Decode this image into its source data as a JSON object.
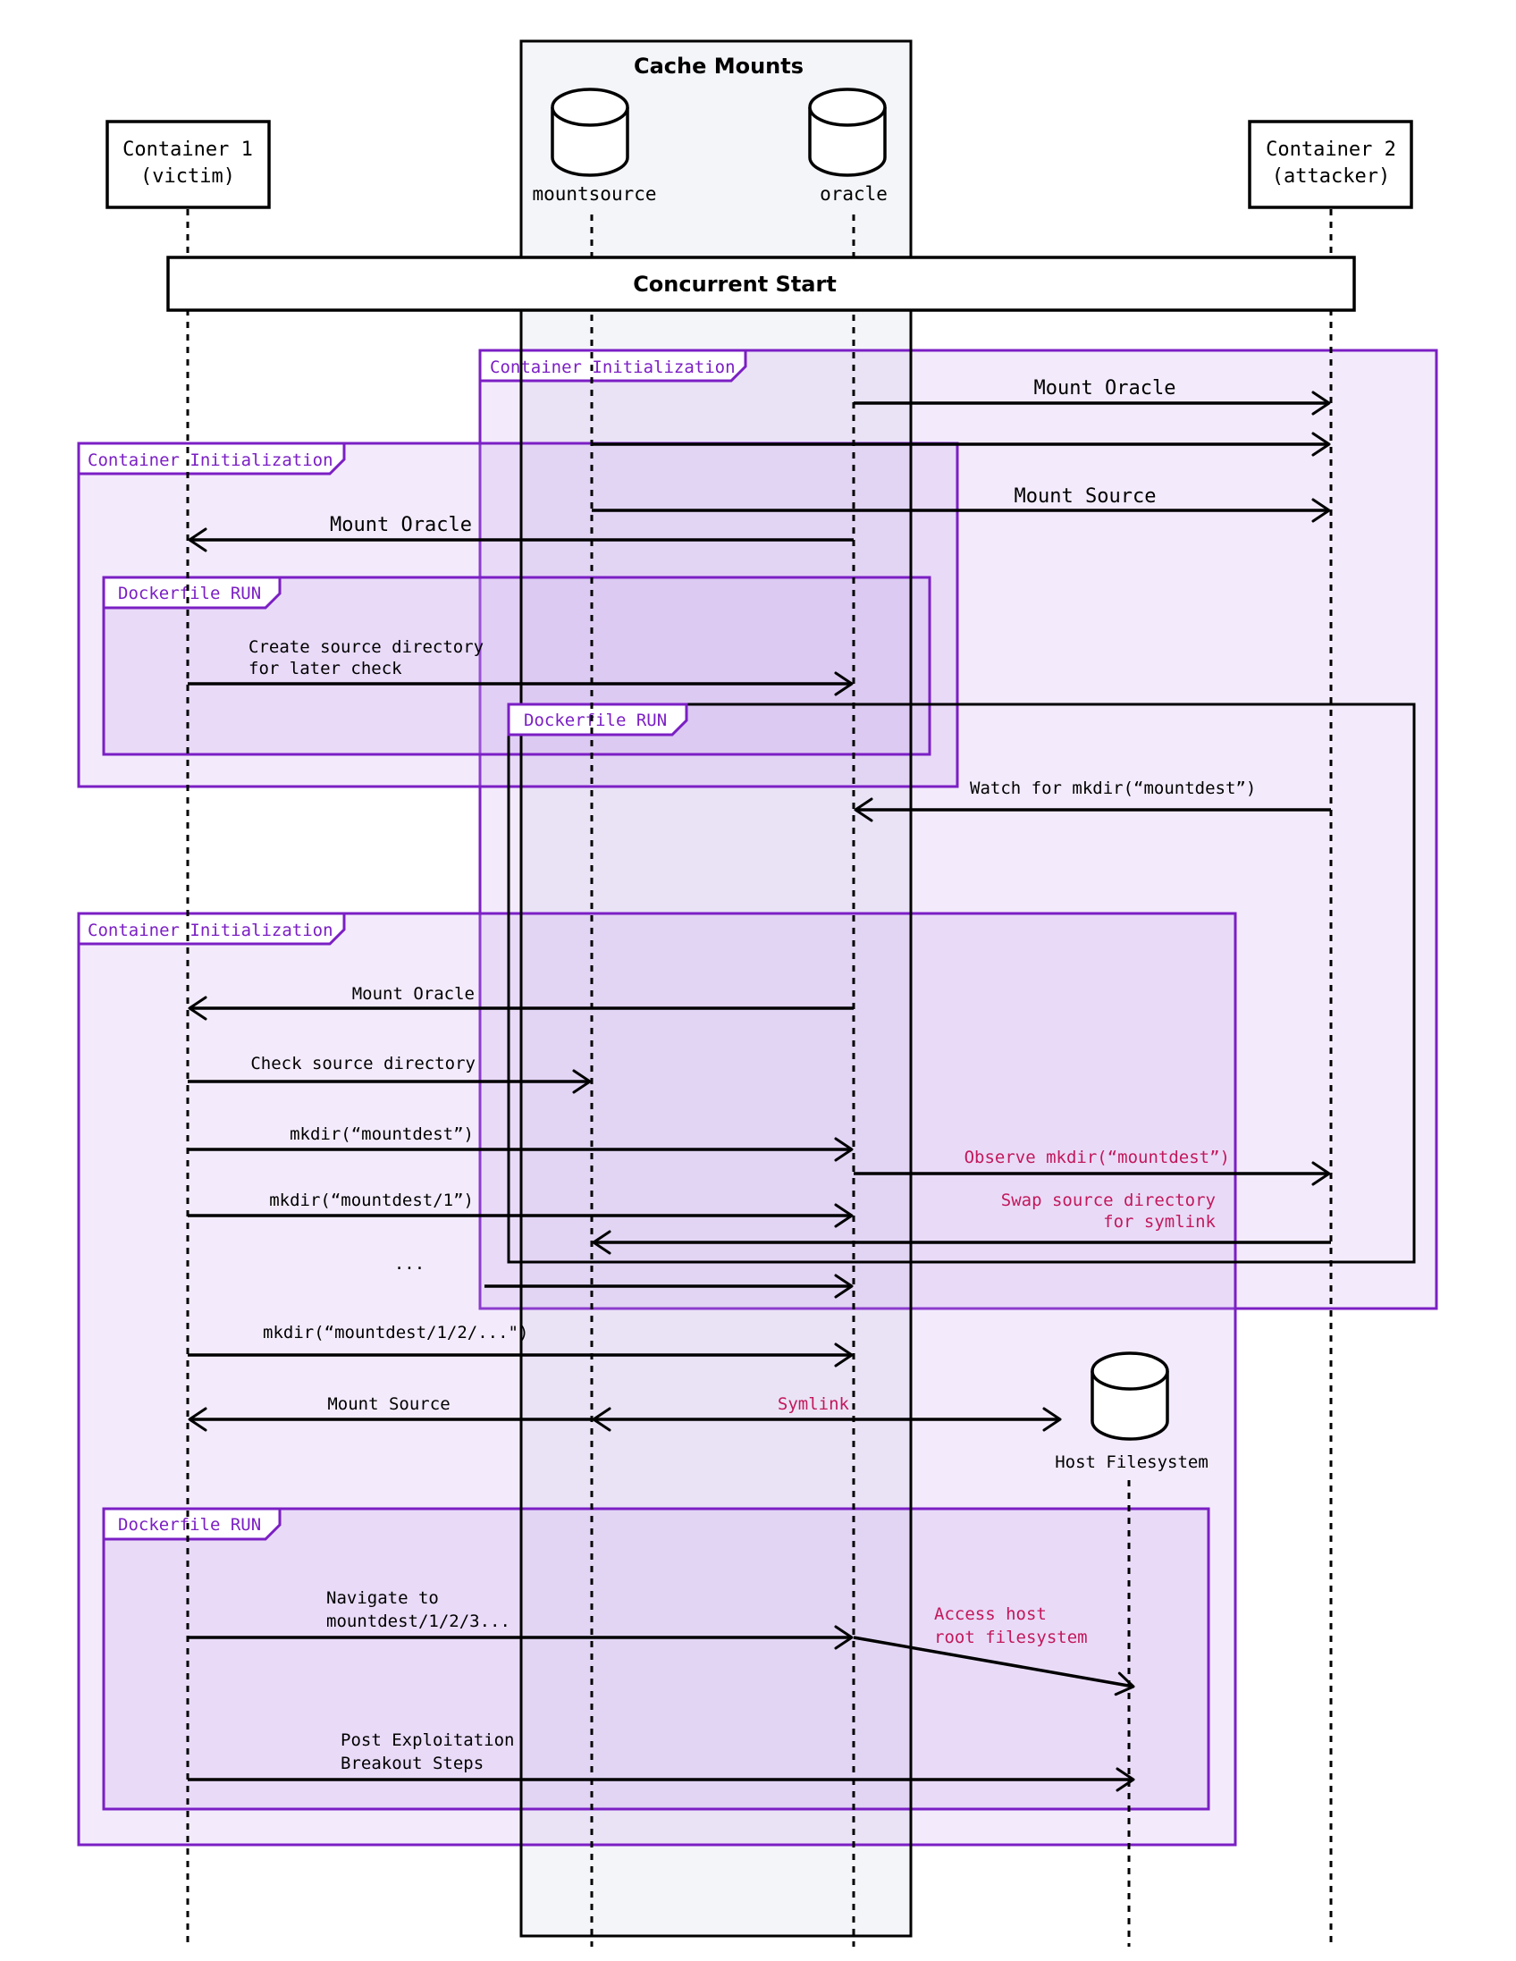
{
  "colors": {
    "line": "#000000",
    "frame": "#7b1fc4",
    "frame_fill": "#c9a6ef",
    "cache_fill": "#f4f5f9",
    "highlight_text": "#c2185b"
  },
  "cache_group": {
    "title": "Cache Mounts"
  },
  "participants": {
    "container1": {
      "line1": "Container 1",
      "line2": "(victim)"
    },
    "container2": {
      "line1": "Container 2",
      "line2": "(attacker)"
    },
    "mountsource": {
      "label": "mountsource",
      "icon": "database-icon"
    },
    "oracle": {
      "label": "oracle",
      "icon": "database-icon"
    },
    "host": {
      "label": "Host Filesystem",
      "icon": "database-icon"
    }
  },
  "banner": {
    "label": "Concurrent Start"
  },
  "frames": {
    "attacker_init": "Container Initialization",
    "victim_init_1": "Container Initialization",
    "victim_run_1": "Dockerfile RUN",
    "attacker_run": "Dockerfile RUN",
    "victim_init_2": "Container Initialization",
    "victim_run_2": "Dockerfile RUN"
  },
  "messages": {
    "mount_oracle_attacker": "Mount Oracle",
    "mount_source_attacker": "Mount Source",
    "mount_oracle_victim_1": "Mount Oracle",
    "create_source_1": "Create source directory",
    "create_source_2": "for later check",
    "watch_mkdir": "Watch for mkdir(“mountdest”)",
    "mount_oracle_victim_2": "Mount Oracle",
    "check_source": "Check source directory",
    "mkdir_mountdest": "mkdir(“mountdest”)",
    "observe_mkdir": "Observe mkdir(“mountdest”)",
    "mkdir_mountdest_1": "mkdir(“mountdest/1”)",
    "swap_1": "Swap source directory",
    "swap_2": "for symlink",
    "ellipsis": "...",
    "mkdir_deep": "mkdir(“mountdest/1/2/...\")",
    "mount_source_victim": "Mount Source",
    "symlink": "Symlink",
    "navigate_1": "Navigate to",
    "navigate_2": "mountdest/1/2/3...",
    "access_1": "Access host",
    "access_2": "root filesystem",
    "post_1": "Post Exploitation",
    "post_2": "Breakout Steps"
  }
}
